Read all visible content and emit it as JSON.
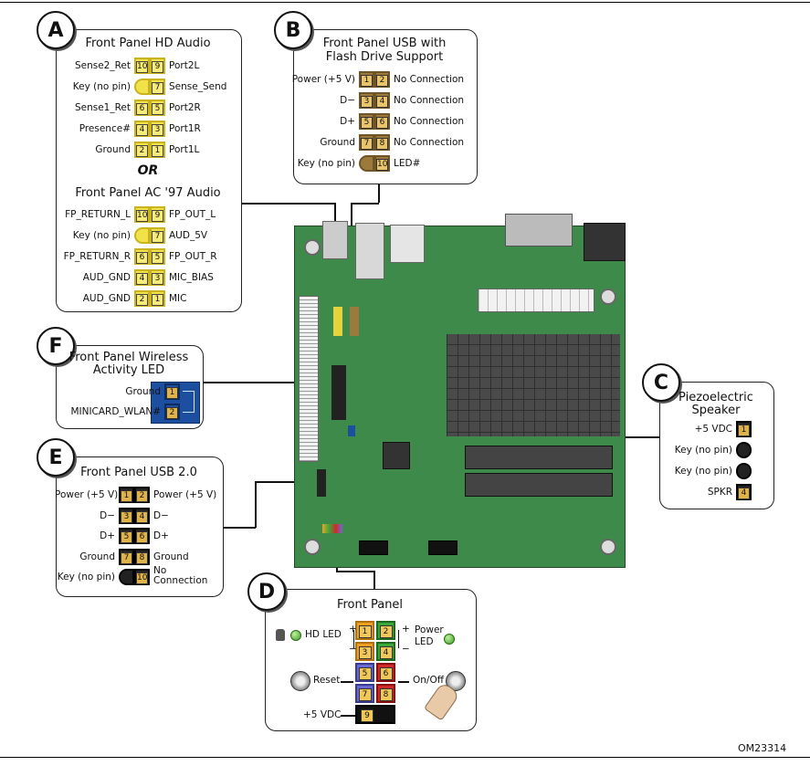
{
  "diagram_id": "OM23314",
  "sections": {
    "A": {
      "badge": "A",
      "title_hd": "Front Panel HD Audio",
      "or": "OR",
      "title_ac97": "Front Panel AC '97 Audio",
      "hd_rows": [
        {
          "left": "Sense2_Ret",
          "p1": "10",
          "p2": "9",
          "right": "Port2L"
        },
        {
          "left": "Key (no pin)",
          "p1": "",
          "p2": "7",
          "right": "Sense_Send"
        },
        {
          "left": "Sense1_Ret",
          "p1": "6",
          "p2": "5",
          "right": "Port2R"
        },
        {
          "left": "Presence#",
          "p1": "4",
          "p2": "3",
          "right": "Port1R"
        },
        {
          "left": "Ground",
          "p1": "2",
          "p2": "1",
          "right": "Port1L"
        }
      ],
      "ac97_rows": [
        {
          "left": "FP_RETURN_L",
          "p1": "10",
          "p2": "9",
          "right": "FP_OUT_L"
        },
        {
          "left": "Key (no pin)",
          "p1": "",
          "p2": "7",
          "right": "AUD_5V"
        },
        {
          "left": "FP_RETURN_R",
          "p1": "6",
          "p2": "5",
          "right": "FP_OUT_R"
        },
        {
          "left": "AUD_GND",
          "p1": "4",
          "p2": "3",
          "right": "MIC_BIAS"
        },
        {
          "left": "AUD_GND",
          "p1": "2",
          "p2": "1",
          "right": "MIC"
        }
      ]
    },
    "B": {
      "badge": "B",
      "title_line1": "Front Panel USB with",
      "title_line2": "Flash Drive Support",
      "rows": [
        {
          "left": "Power (+5 V)",
          "p1": "1",
          "p2": "2",
          "right": "No Connection"
        },
        {
          "left": "D−",
          "p1": "3",
          "p2": "4",
          "right": "No Connection"
        },
        {
          "left": "D+",
          "p1": "5",
          "p2": "6",
          "right": "No Connection"
        },
        {
          "left": "Ground",
          "p1": "7",
          "p2": "8",
          "right": "No Connection"
        },
        {
          "left": "Key (no pin)",
          "p1": "",
          "p2": "10",
          "right": "LED#"
        }
      ]
    },
    "C": {
      "badge": "C",
      "title_line1": "Piezoelectric",
      "title_line2": "Speaker",
      "rows": [
        {
          "label": "+5 VDC",
          "pin": "1"
        },
        {
          "label": "Key (no pin)",
          "pin": ""
        },
        {
          "label": "Key (no pin)",
          "pin": ""
        },
        {
          "label": "SPKR",
          "pin": "4"
        }
      ]
    },
    "D": {
      "badge": "D",
      "title": "Front Panel",
      "hd_led": "HD LED",
      "power_led_line1": "Power",
      "power_led_line2": "LED",
      "reset": "Reset",
      "onoff": "On/Off",
      "vdc": "+5 VDC",
      "plus": "+",
      "minus": "−",
      "pins": [
        "1",
        "2",
        "3",
        "4",
        "5",
        "6",
        "7",
        "8",
        "9"
      ]
    },
    "E": {
      "badge": "E",
      "title": "Front Panel USB 2.0",
      "rows": [
        {
          "left": "Power (+5 V)",
          "p1": "1",
          "p2": "2",
          "right": "Power (+5 V)"
        },
        {
          "left": "D−",
          "p1": "3",
          "p2": "4",
          "right": "D−"
        },
        {
          "left": "D+",
          "p1": "5",
          "p2": "6",
          "right": "D+"
        },
        {
          "left": "Ground",
          "p1": "7",
          "p2": "8",
          "right": "Ground"
        },
        {
          "left": "Key (no pin)",
          "p1": "",
          "p2": "10",
          "right_line1": "No",
          "right_line2": "Connection"
        }
      ]
    },
    "F": {
      "badge": "F",
      "title_line1": "Front Panel Wireless",
      "title_line2": "Activity LED",
      "rows": [
        {
          "label": "Ground",
          "pin": "1"
        },
        {
          "label": "MINICARD_WLAN#",
          "pin": "2"
        }
      ]
    }
  },
  "colors": {
    "board": "#3e8a4a",
    "pin_yellow": "#f2e24a",
    "pin_tan": "#9c7a3c",
    "pin_black": "#222222",
    "wlan_blue": "#1d4fa0",
    "fp_orange": "#f0a020",
    "fp_green": "#3aa83a",
    "fp_blue": "#6a6ad0",
    "fp_red": "#d02a2a"
  },
  "icons": [
    "hard-drive-icon",
    "green-led-icon",
    "reset-button-icon",
    "power-button-icon",
    "finger-press-icon"
  ]
}
